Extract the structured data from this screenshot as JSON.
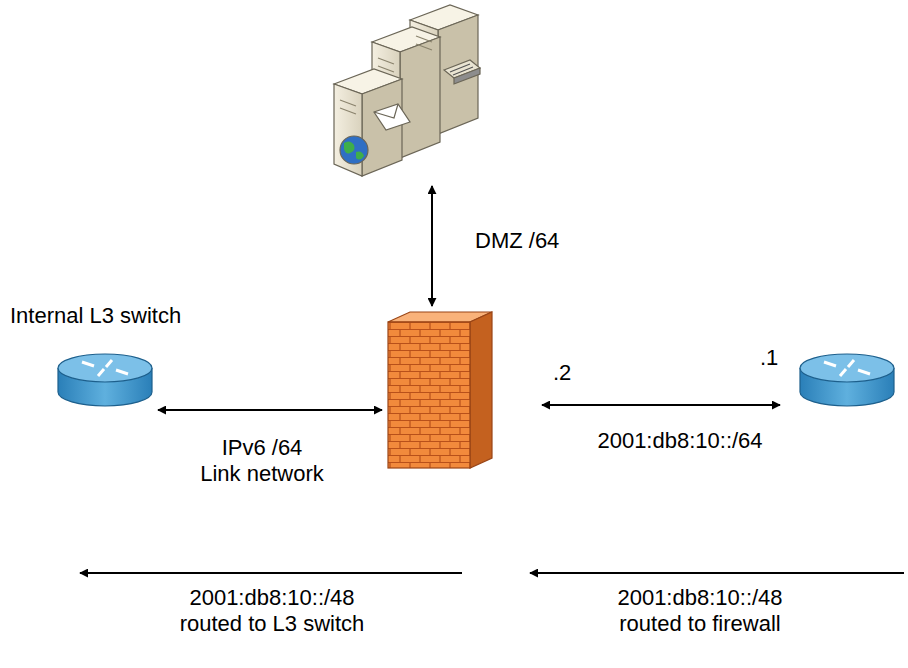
{
  "diagram": {
    "labels": [
      "DMZ /64",
      "Internal L3 switch",
      ".2",
      ".1",
      "IPv6 /64 Link network",
      "2001:db8:10::/64",
      "2001:db8:10::/48 routed to L3 switch",
      "2001:db8:10::/48 routed to firewall"
    ]
  }
}
